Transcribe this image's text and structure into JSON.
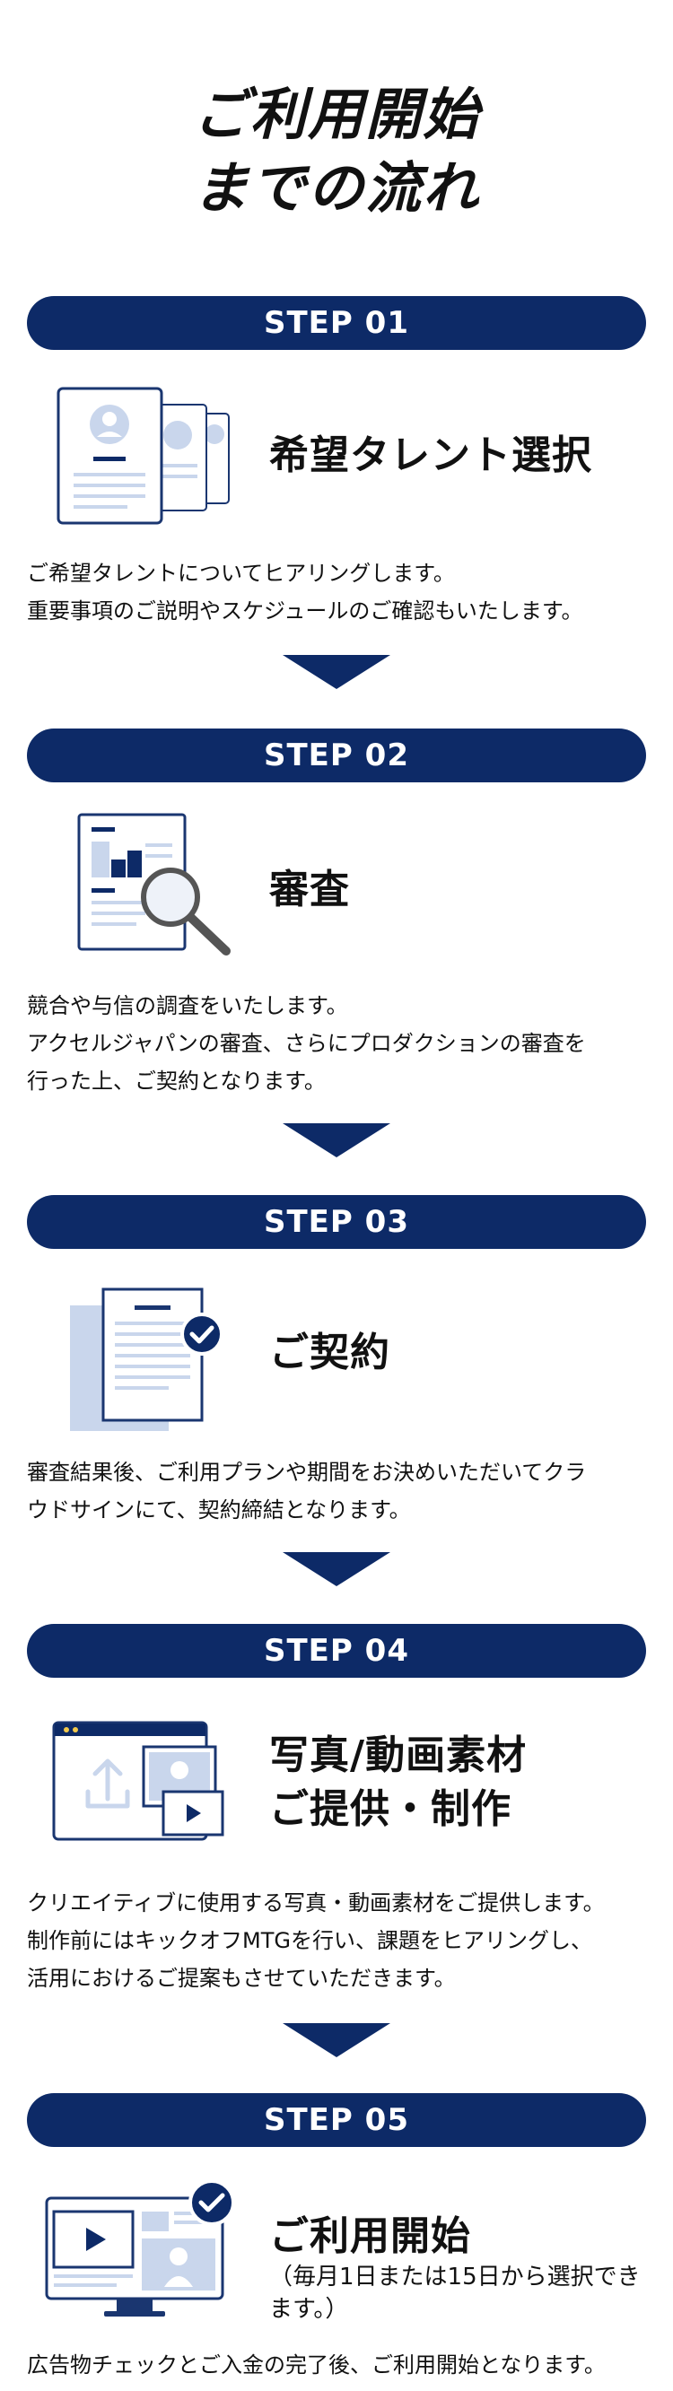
{
  "title": {
    "line1": "ご利用開始",
    "line2": "までの流れ"
  },
  "steps": [
    {
      "label": "STEP 01",
      "heading": "希望タレント選択",
      "desc": [
        "ご希望タレントについてヒアリングします。",
        "重要事項のご説明やスケジュールのご確認もいたします。"
      ]
    },
    {
      "label": "STEP 02",
      "heading": "審査",
      "desc": [
        "競合や与信の調査をいたします。",
        "アクセルジャパンの審査、さらにプロダクションの審査を",
        "行った上、ご契約となります。"
      ]
    },
    {
      "label": "STEP 03",
      "heading": "ご契約",
      "desc": [
        "審査結果後、ご利用プランや期間をお決めいただいてクラ",
        "ウドサインにて、契約締結となります。"
      ]
    },
    {
      "label": "STEP 04",
      "heading_line1": "写真/動画素材",
      "heading_line2": "ご提供・制作",
      "desc": [
        "クリエイティブに使用する写真・動画素材をご提供します。",
        "制作前にはキックオフMTGを行い、課題をヒアリングし、",
        "活用におけるご提案もさせていただきます。"
      ]
    },
    {
      "label": "STEP 05",
      "heading": "ご利用開始",
      "sub": "（毎月1日または15日から選択できます。）",
      "desc": [
        "広告物チェックとご入金の完了後、ご利用開始となります。"
      ]
    }
  ],
  "colors": {
    "brand_navy": "#0d2a67",
    "icon_light": "#c9d6ec",
    "icon_line": "#1a3670"
  },
  "icons": [
    "talent-profile-cards-icon",
    "document-magnifier-icon",
    "contract-check-icon",
    "upload-media-icon",
    "monitor-start-icon"
  ]
}
